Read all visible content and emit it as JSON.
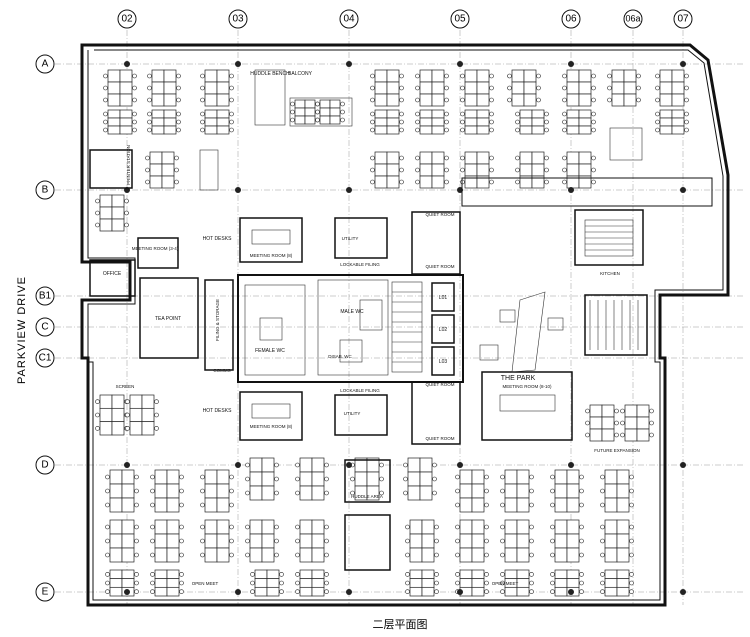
{
  "grid": {
    "columns": [
      "02",
      "03",
      "04",
      "05",
      "06",
      "06a",
      "07"
    ],
    "rows": [
      "A",
      "B",
      "B1",
      "C",
      "C1",
      "D",
      "E"
    ]
  },
  "street_label": "PARKVIEW DRIVE",
  "caption": "二层平面图",
  "rooms": {
    "huddle_bench": "HUDDLE BENCH",
    "balcony": "BALCONY",
    "printer_station": "PRINTER STATION",
    "meeting_room_top": "MEETING ROOM (3-4)",
    "office": "OFFICE",
    "hot_desks_top": "HOT DESKS",
    "meeting_room_mid_top": "MEETING ROOM (8)",
    "utility_top": "UTILITY",
    "lockable_filing_top": "LOCKABLE FILING",
    "quiet_room_1": "QUIET ROOM",
    "quiet_room_2": "QUIET ROOM",
    "tea_point": "TEA POINT",
    "filing_storage": "FILING & STORAGE",
    "female_wc": "FEMALE WC",
    "male_wc": "MALE WC",
    "disabled_wc": "DISAB. WC",
    "comms": "COMMS",
    "lift_1": "L01",
    "lift_2": "L02",
    "lift_3": "L03",
    "the_park": "THE PARK",
    "kitchen": "KITCHEN",
    "hot_desks_bottom": "HOT DESKS",
    "meeting_room_mid_bottom": "MEETING ROOM (8)",
    "utility_bottom": "UTILITY",
    "lockable_filing_bottom": "LOCKABLE FILING",
    "quiet_room_3": "QUIET ROOM",
    "quiet_room_4": "QUIET ROOM",
    "meeting_room_bottom": "MEETING ROOM (8-10)",
    "huddle_area": "HUDDLE AREA",
    "future_expansion": "FUTURE EXPANSION",
    "screen": "SCREEN",
    "open_meet_1": "OPEN MEET",
    "open_meet_2": "OPEN MEET"
  }
}
